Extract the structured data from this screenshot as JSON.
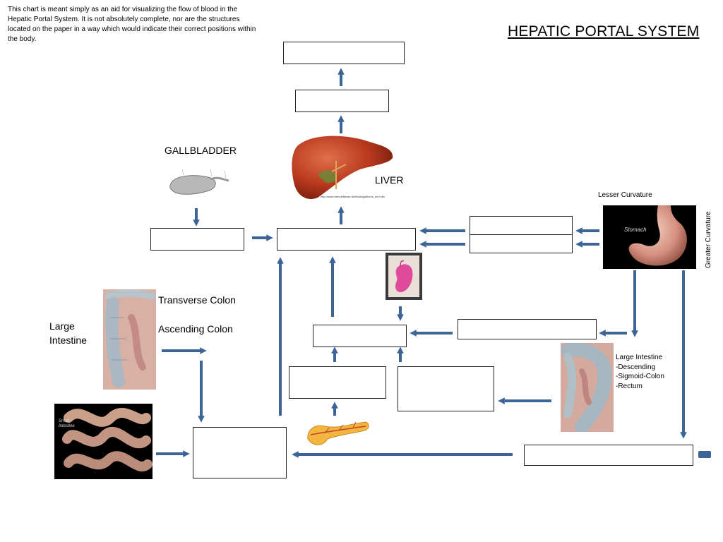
{
  "note": "This chart is meant simply as an aid for visualizing the flow of blood in the Hepatic Portal System.  It is not absolutely complete, nor are the structures located on the paper in a way which would indicate their correct positions within the body.",
  "title": "HEPATIC PORTAL SYSTEM",
  "labels": {
    "gallbladder": "GALLBLADDER",
    "liver": "LIVER",
    "lesser_curvature": "Lesser Curvature",
    "greater_curvature": "Greater Curvature",
    "transverse_colon": "Transverse Colon",
    "ascending_colon": "Ascending Colon",
    "large_intestine": "Large Intestine",
    "large_intestine_right": [
      "Large Intestine",
      "-Descending",
      "-Sigmoid-Colon",
      "-Rectum"
    ],
    "stomach_tag": "Stomach",
    "small_intestine_tag": "Small Intestine",
    "liver_credit": "http://www.rdevdebbase.de/fitads/gallbcns_end.htm"
  },
  "colors": {
    "arrow": "#3c6496",
    "box_border": "#222222"
  }
}
